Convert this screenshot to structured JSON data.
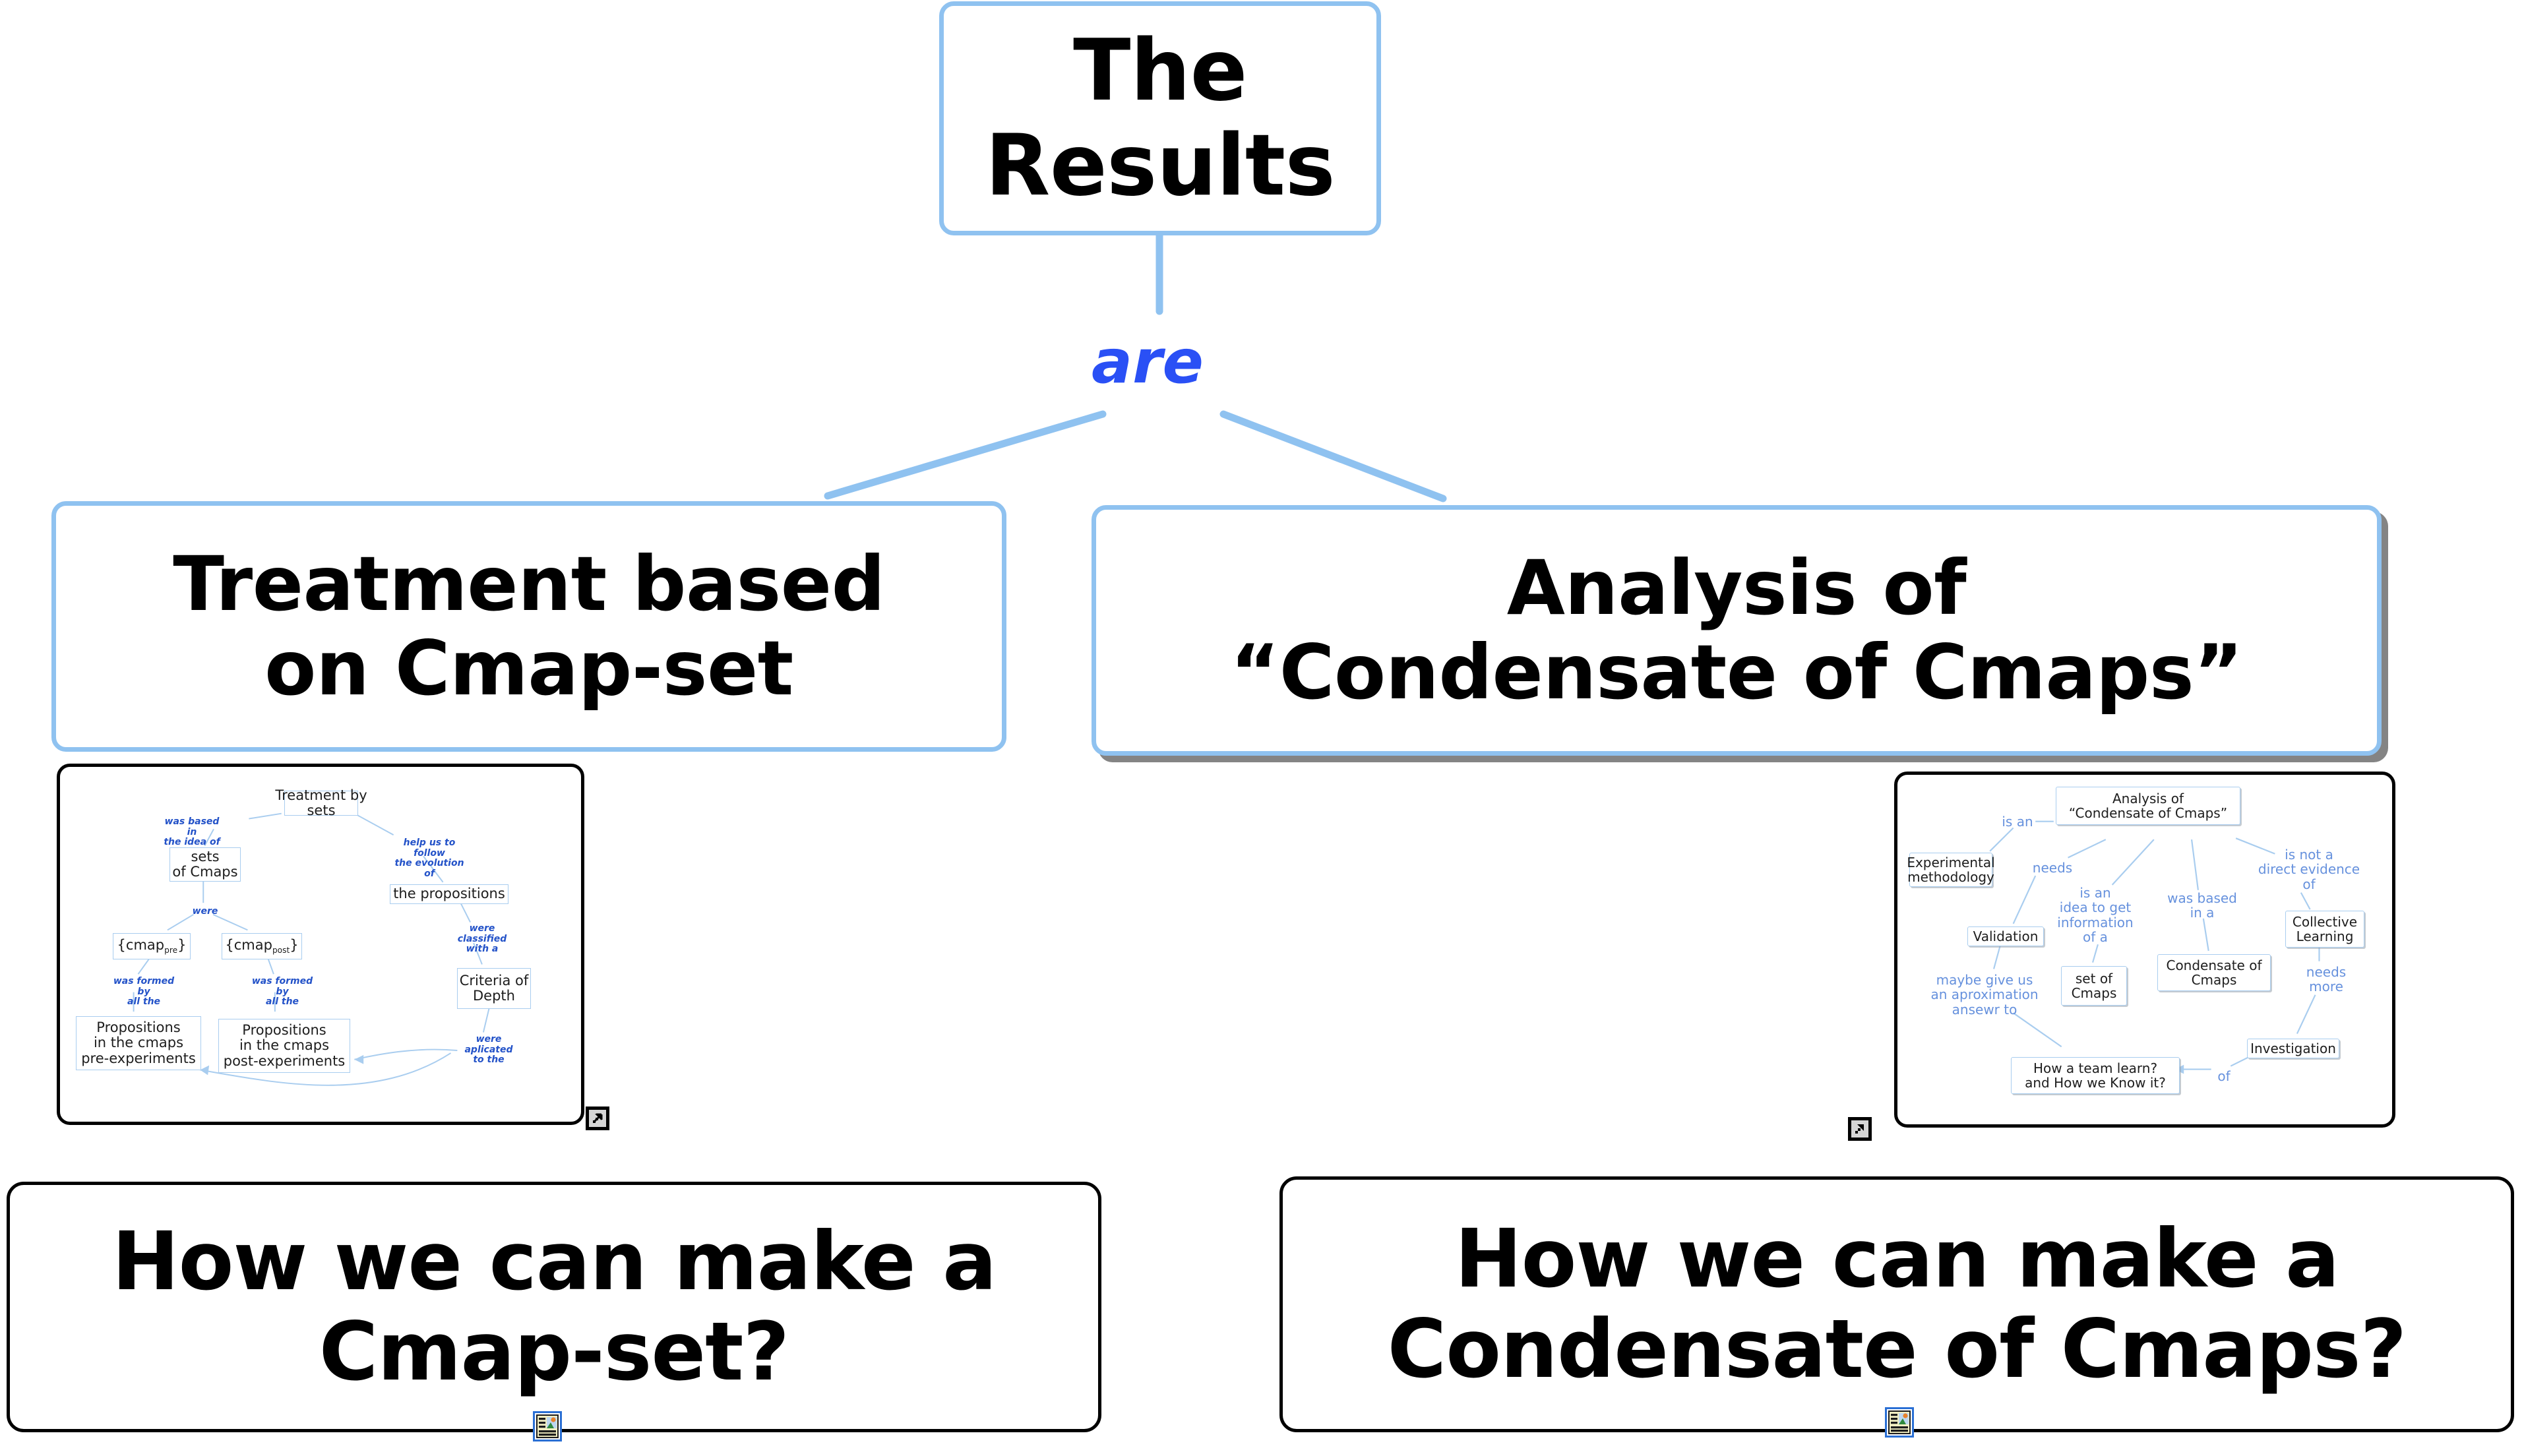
{
  "map": {
    "title": "The Results",
    "colors": {
      "node_border_blue": "#8fc2f0",
      "link_phrase_blue": "#2a50f5",
      "thumb_node_border": "#a9cdef",
      "thumb_label_blue": "#2352c8",
      "thumb_label_blue_light": "#6691dd",
      "node_border_black": "#000000",
      "background": "#ffffff"
    },
    "root": {
      "label": "The\nResults",
      "line1": "The",
      "line2": "Results"
    },
    "linking_phrases": [
      {
        "name": "are",
        "text": "are"
      }
    ],
    "concepts": [
      {
        "name": "treatment-based-on-cmap-set",
        "line1": "Treatment based",
        "line2": "on Cmap-set"
      },
      {
        "name": "analysis-of-condensate-of-cmaps",
        "line1": "Analysis of",
        "line2": "“Condensate of Cmaps”"
      }
    ],
    "questions": [
      {
        "name": "how-we-can-make-a-cmap-set",
        "line1": "How we can make a",
        "line2": "Cmap-set?"
      },
      {
        "name": "how-we-can-make-a-condensate-of-cmaps",
        "line1": "How we can make a",
        "line2": "Condensate of Cmaps?"
      }
    ],
    "icons": {
      "expand": "expand-arrow-icon",
      "resource": "resource-document-icon"
    }
  },
  "thumbnail_left": {
    "name": "treatment-by-sets-cmap-thumbnail",
    "nodes": [
      {
        "id": "treatment-by-sets",
        "text": "Treatment by\nsets"
      },
      {
        "id": "sets-of-cmaps",
        "text": "sets\nof Cmaps"
      },
      {
        "id": "cmap-pre",
        "text": "{cmap",
        "sub": "pre",
        "suffix": "}"
      },
      {
        "id": "cmap-post",
        "text": "{cmap",
        "sub": "post",
        "suffix": "}"
      },
      {
        "id": "the-propositions",
        "text": "the propositions"
      },
      {
        "id": "criteria-of-depth",
        "text": "Criteria of\nDepth"
      },
      {
        "id": "propositions-pre",
        "text": "Propositions\nin the cmaps\npre-experiments"
      },
      {
        "id": "propositions-post",
        "text": "Propositions\nin the cmaps\npost-experiments"
      }
    ],
    "labels": [
      {
        "id": "was-based-in-the-idea-of",
        "text": "was based in\nthe idea of"
      },
      {
        "id": "help-us-to-follow-the-evolution-of",
        "text": "help us to follow\nthe evolution of"
      },
      {
        "id": "were",
        "text": "were"
      },
      {
        "id": "were-classified-with-a",
        "text": "were classified\nwith a"
      },
      {
        "id": "was-formed-by-all-the-pre",
        "text": "was formed by\nall the"
      },
      {
        "id": "was-formed-by-all-the-post",
        "text": "was formed by\nall the"
      },
      {
        "id": "were-aplicated-to-the",
        "text": "were\naplicated\nto the"
      }
    ]
  },
  "thumbnail_right": {
    "name": "analysis-of-condensate-of-cmaps-thumbnail",
    "nodes": [
      {
        "id": "analysis-of-condensate",
        "text": "Analysis of\n“Condensate of Cmaps”"
      },
      {
        "id": "experimental-methodology",
        "text": "Experimental\nmethodology"
      },
      {
        "id": "validation",
        "text": "Validation"
      },
      {
        "id": "set-of-cmaps",
        "text": "set of\nCmaps"
      },
      {
        "id": "condensate-of-cmaps",
        "text": "Condensate of\nCmaps"
      },
      {
        "id": "collective-learning",
        "text": "Collective\nLearning"
      },
      {
        "id": "investigation",
        "text": "Investigation"
      },
      {
        "id": "how-a-team-learn",
        "text": "How a team learn?\nand How we Know it?"
      }
    ],
    "labels": [
      {
        "id": "is-an",
        "text": "is an"
      },
      {
        "id": "needs",
        "text": "needs"
      },
      {
        "id": "is-an-idea-to-get-information-of-a",
        "text": "is an\nidea to get\ninformation\nof a"
      },
      {
        "id": "was-based-in-a",
        "text": "was based\nin a"
      },
      {
        "id": "is-not-a-direct-evidence-of",
        "text": "is not a\ndirect evidence\nof"
      },
      {
        "id": "maybe-give-us-an-aproximation-answer-to",
        "text": "maybe give us\nan aproximation\nansewr to"
      },
      {
        "id": "needs-more",
        "text": "needs\nmore"
      },
      {
        "id": "of",
        "text": "of"
      }
    ]
  }
}
